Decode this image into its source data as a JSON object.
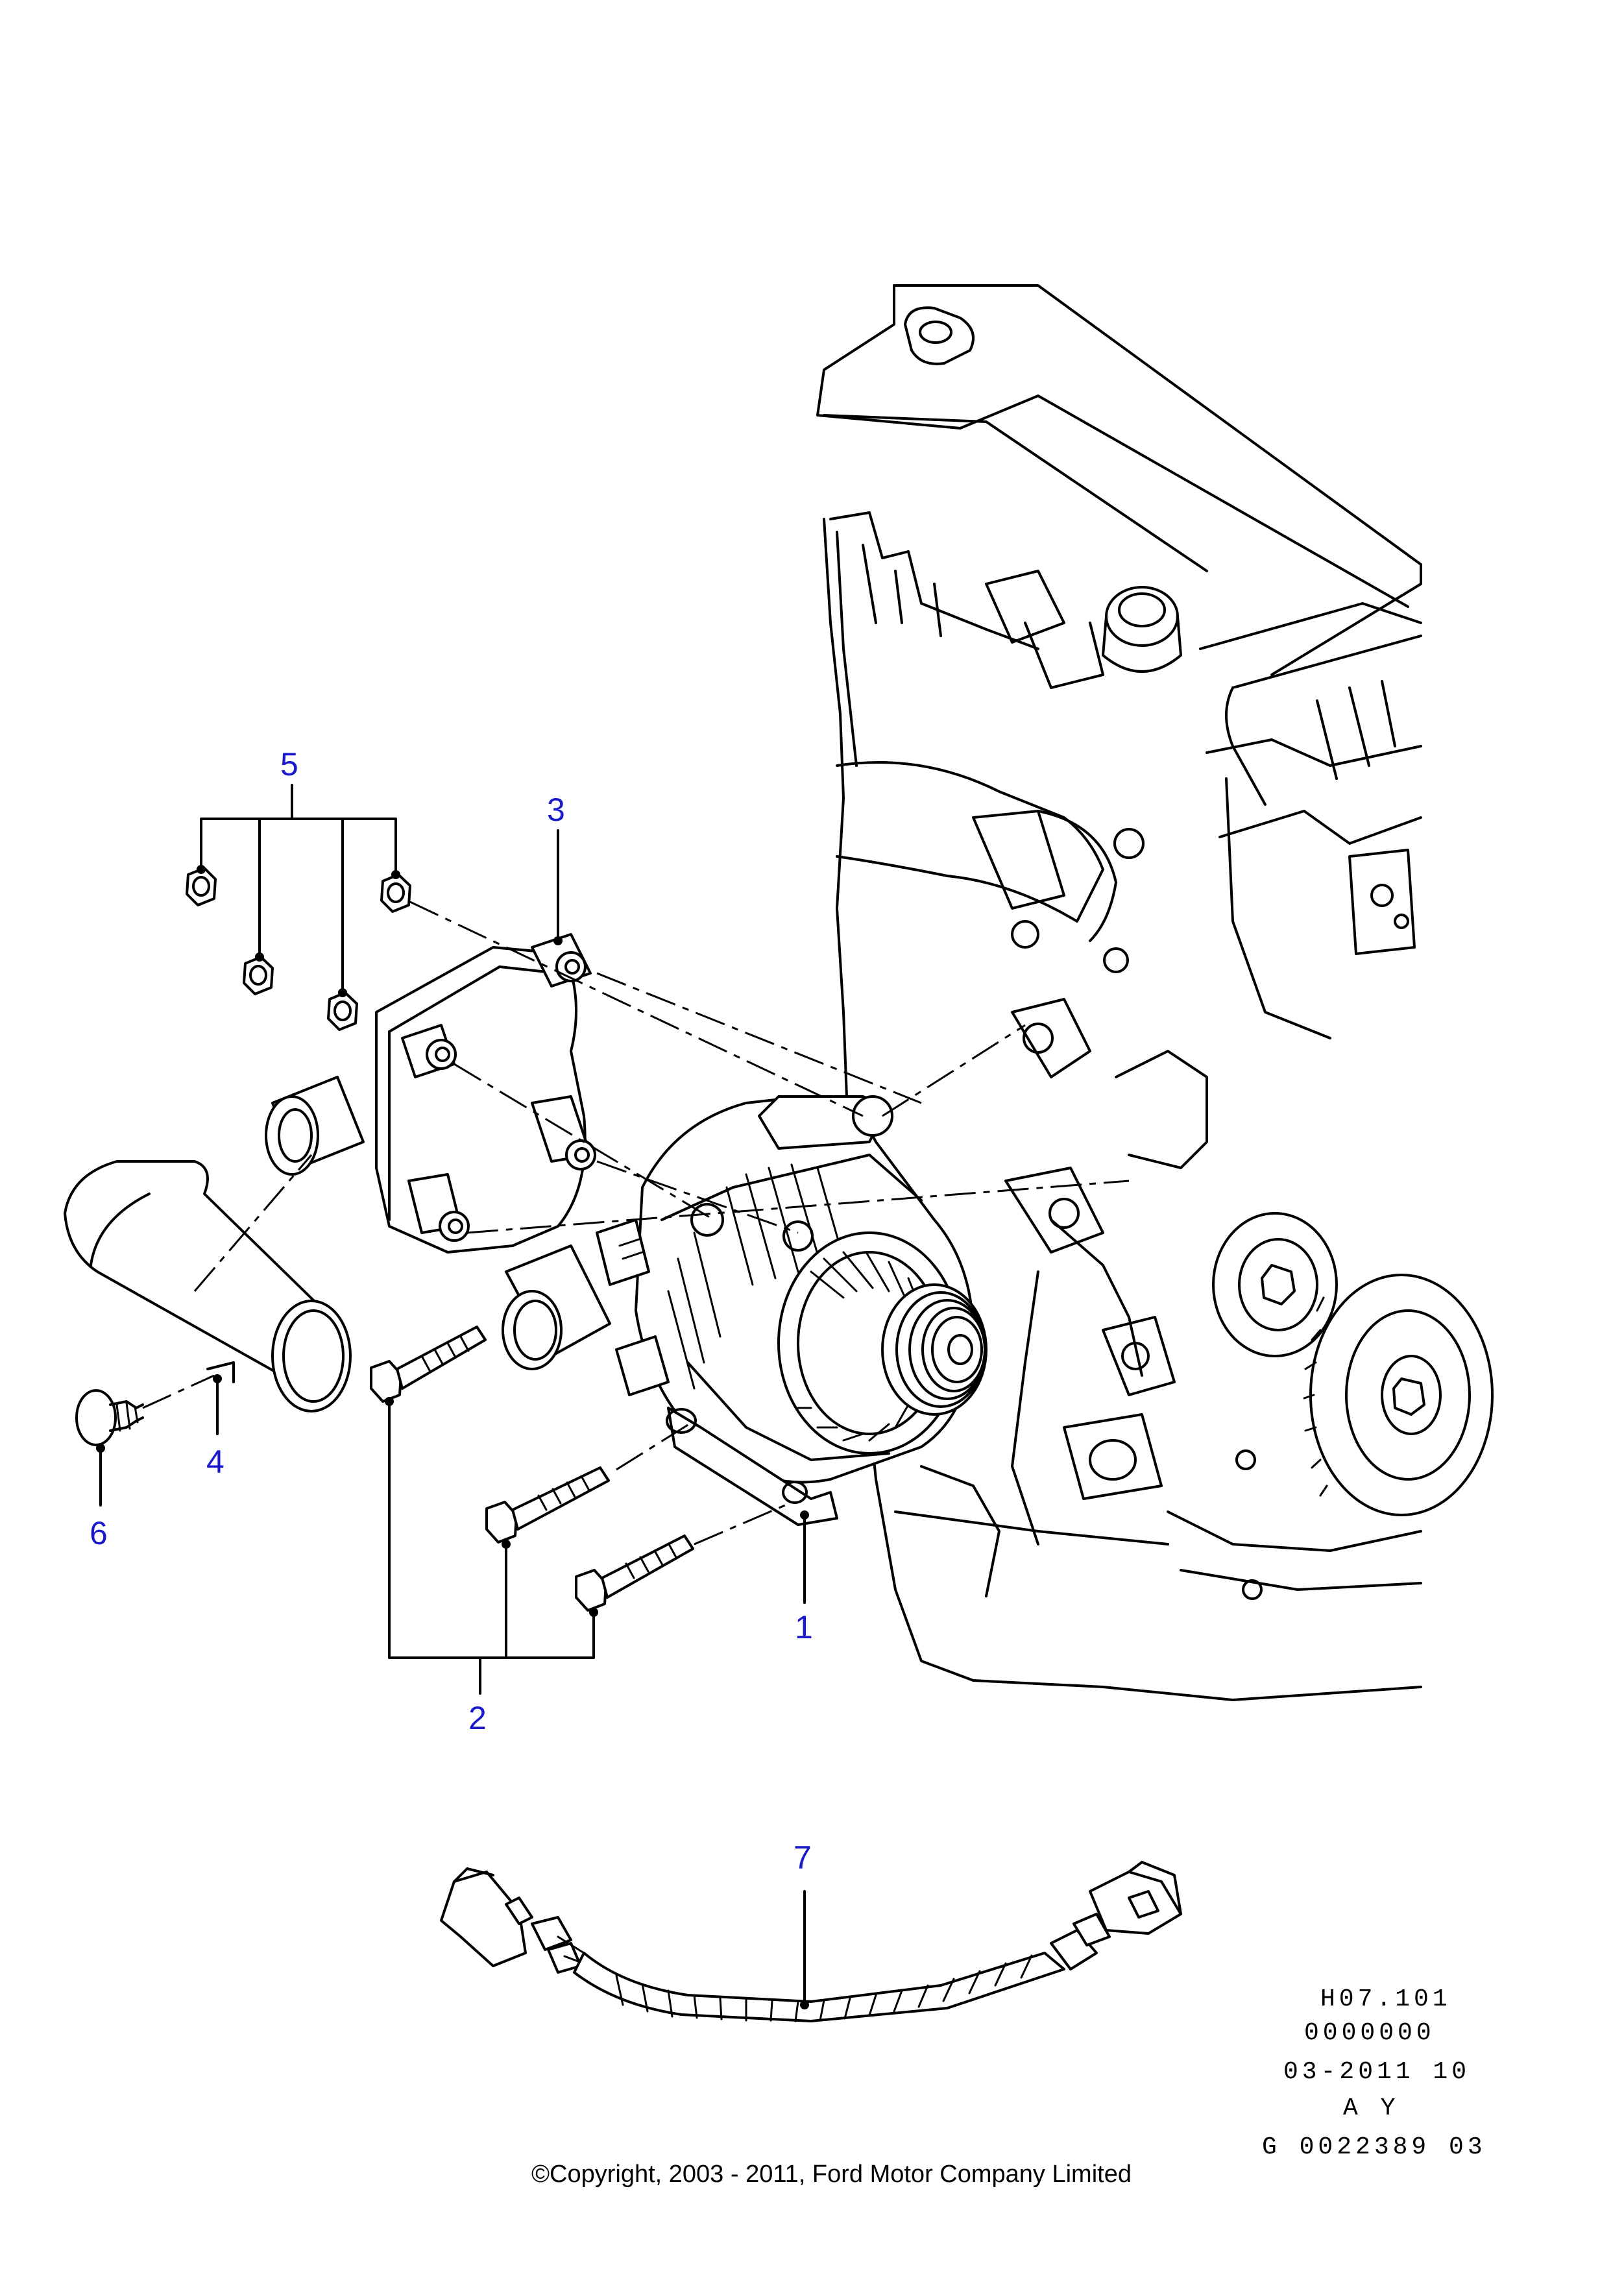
{
  "callouts": {
    "c1": "1",
    "c2": "2",
    "c3": "3",
    "c4": "4",
    "c5": "5",
    "c6": "6",
    "c7": "7"
  },
  "reference_block": {
    "line1": "H07.101",
    "line2": "0000000",
    "line3": "03-2011 10",
    "line4": "A Y",
    "line5": "G 0022389 03"
  },
  "copyright": "©Copyright, 2003 - 2011, Ford Motor Company Limited",
  "colors": {
    "callout_number": "#1a1acc",
    "line_art": "#000000",
    "background": "#ffffff"
  }
}
